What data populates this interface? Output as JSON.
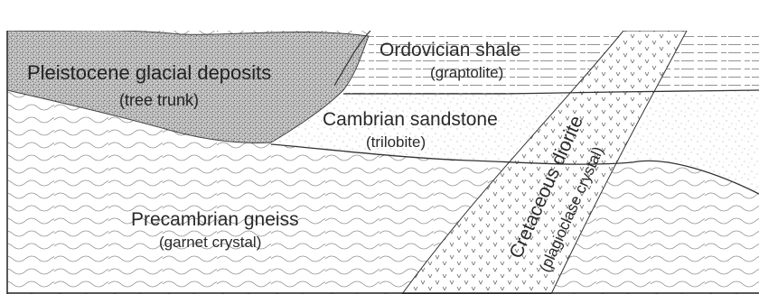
{
  "diagram": {
    "layers": [
      {
        "id": "pleistocene",
        "name": "Pleistocene glacial deposits",
        "fossil": "(tree trunk)"
      },
      {
        "id": "ordovician",
        "name": "Ordovician shale",
        "fossil": "(graptolite)"
      },
      {
        "id": "cambrian",
        "name": "Cambrian sandstone",
        "fossil": "(trilobite)"
      },
      {
        "id": "precambrian",
        "name": "Precambrian gneiss",
        "fossil": "(garnet crystal)"
      },
      {
        "id": "cretaceous",
        "name": "Cretaceous diorite",
        "fossil": "(plagioclase crystal)"
      }
    ]
  }
}
